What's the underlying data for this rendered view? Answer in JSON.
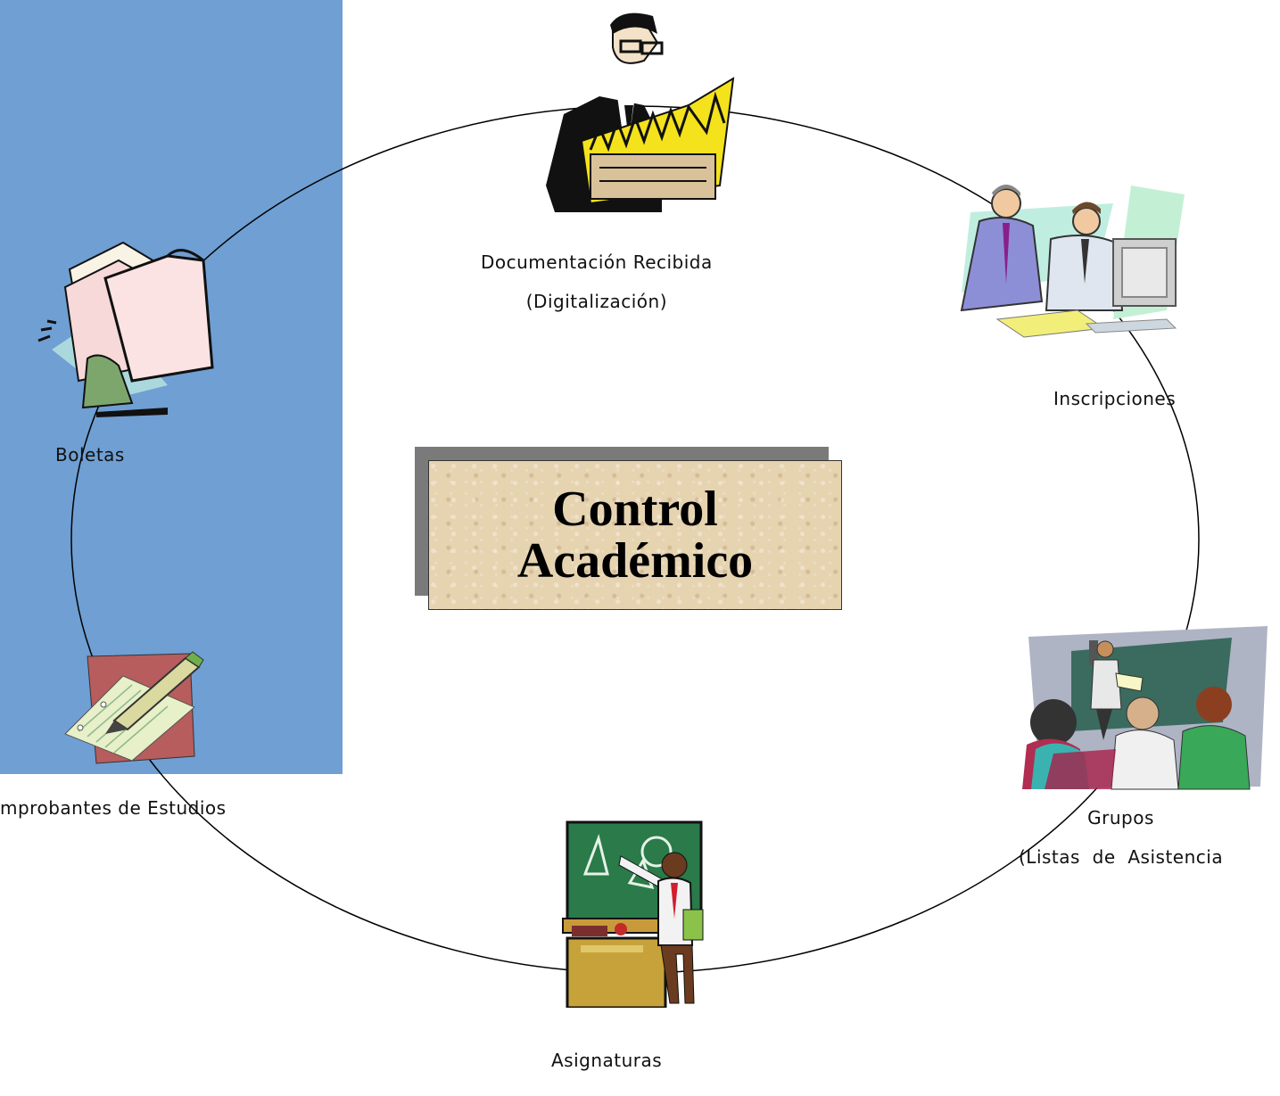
{
  "diagram": {
    "title_line1": "Control",
    "title_line2": "Académico",
    "nodes": {
      "documentacion": {
        "line1": "Documentación Recibida",
        "line2": "(Digitalización)"
      },
      "inscripciones": {
        "line1": "Inscripciones"
      },
      "grupos": {
        "line1": "Grupos",
        "line2": "(Listas  de  Asistencia"
      },
      "asignaturas": {
        "line1": "Asignaturas"
      },
      "comprobantes": {
        "line1": "mprobantes de Estudios"
      },
      "boletas": {
        "line1": "Boletas"
      }
    }
  },
  "colors": {
    "panel": "#6f9fd3",
    "ring": "#000000",
    "title_box": "#e6d3b0",
    "title_shadow": "#7a7a7a"
  },
  "icons": {
    "documentacion": "file-clerk-icon",
    "inscripciones": "computer-consultation-icon",
    "grupos": "classroom-icon",
    "asignaturas": "teacher-blackboard-icon",
    "comprobantes": "notepad-pencil-icon",
    "boletas": "folder-documents-icon"
  }
}
